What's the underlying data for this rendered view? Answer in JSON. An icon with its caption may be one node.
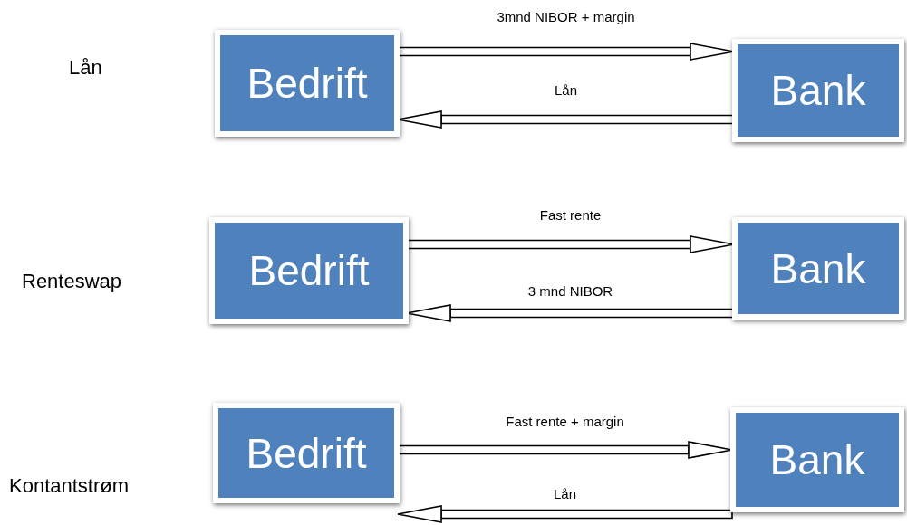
{
  "diagram": {
    "nodes": [
      {
        "text": [
          "Bedrift"
        ]
      },
      {
        "text": [
          "Bank"
        ]
      },
      {
        "text": [
          "Bedrift"
        ]
      },
      {
        "text": [
          "Bank"
        ]
      },
      {
        "text": [
          "Bedrift"
        ]
      },
      {
        "text": [
          "Bank"
        ]
      }
    ],
    "edges": [
      {
        "from": 0,
        "to": 1,
        "arrow": "to",
        "label": "3mnd NIBOR + margin"
      },
      {
        "from": 1,
        "to": 0,
        "arrow": "to",
        "label": "Lån"
      },
      {
        "from": 2,
        "to": 3,
        "arrow": "to",
        "label": "Fast rente"
      },
      {
        "from": 3,
        "to": 2,
        "arrow": "to",
        "label": "3 mnd NIBOR"
      },
      {
        "from": 4,
        "to": 5,
        "arrow": "to",
        "label": "Fast rente + margin"
      },
      {
        "from": 5,
        "to": 4,
        "arrow": "to",
        "label": "Lån"
      }
    ],
    "labels": [
      "Lån",
      "Renteswap",
      "Kontantstrøm"
    ]
  }
}
